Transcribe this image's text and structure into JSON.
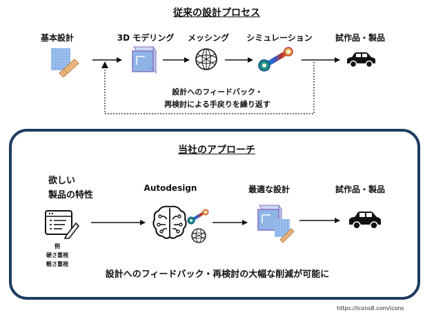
{
  "traditional": {
    "title": "従来の設計プロセス",
    "steps": [
      "基本設計",
      "3D モデリング",
      "メッシング",
      "シミュレーション",
      "試作品・製品"
    ],
    "feedback_line1": "設計へのフィードバック・",
    "feedback_line2": "再検討による手戻りを繰り返す"
  },
  "approach": {
    "title": "当社のアプローチ",
    "desired_line1": "欲しい",
    "desired_line2": "製品の特性",
    "example_title": "例",
    "example_item1": "硬さ重視",
    "example_item2": "軽さ重視",
    "autodesign": "Autodesign",
    "optimal": "最適な設計",
    "product": "試作品・製品",
    "summary": "設計へのフィードバック・再検討の大幅な削減が可能に"
  },
  "credit": "https://icons8.com/icons",
  "colors": {
    "frame": "#1d3b5e",
    "cube": "#8fb4e6",
    "grid": "#7ea8de",
    "pencil": "#e7b47c"
  },
  "icons": [
    "blueprint-icon",
    "cube-icon",
    "mesh-sphere-icon",
    "simulation-icon",
    "car-icon",
    "checklist-icon",
    "brain-circuit-icon"
  ]
}
